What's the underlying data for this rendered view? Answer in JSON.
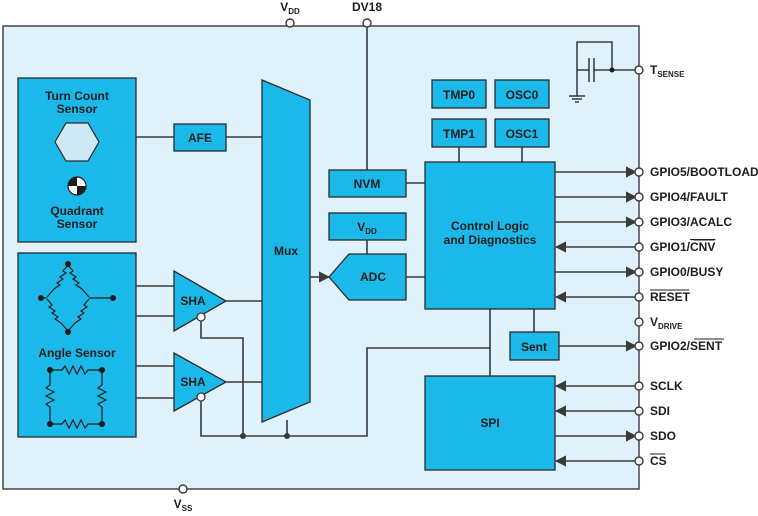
{
  "colors": {
    "chip_bg": "#dff1fb",
    "block": "#1bb9ea",
    "line": "#3a3a3a",
    "text": "#1d1d1b"
  },
  "top_pins": {
    "vdd": {
      "main": "V",
      "sub": "DD"
    },
    "dv18": "DV18"
  },
  "bottom_pin": {
    "main": "V",
    "sub": "SS"
  },
  "blocks": {
    "turn_count": [
      "Turn Count",
      "Sensor"
    ],
    "quadrant": [
      "Quadrant",
      "Sensor"
    ],
    "afe": "AFE",
    "angle_sensor": "Angle Sensor",
    "sha_top": "SHA",
    "sha_bottom": "SHA",
    "mux": "Mux",
    "nvm": "NVM",
    "vdd_block": {
      "main": "V",
      "sub": "DD"
    },
    "adc": "ADC",
    "tmp0": "TMP0",
    "tmp1": "TMP1",
    "osc0": "OSC0",
    "osc1": "OSC1",
    "control": [
      "Control Logic",
      "and Diagnostics"
    ],
    "sent": "Sent",
    "spi": "SPI"
  },
  "right_pins": {
    "tsense": {
      "main": "T",
      "sub": "SENSE"
    },
    "gpio5": "GPIO5/BOOTLOAD",
    "gpio4": "GPIO4/FAULT",
    "gpio3": "GPIO3/ACALC",
    "gpio1": {
      "prefix": "GPIO1/",
      "overbar": "CNV"
    },
    "gpio0": "GPIO0/BUSY",
    "reset": "RESET",
    "vdrive": {
      "main": "V",
      "sub": "DRIVE"
    },
    "gpio2": {
      "prefix": "GPIO2/",
      "overbar": "SENT"
    },
    "sclk": "SCLK",
    "sdi": "SDI",
    "sdo": "SDO",
    "cs": "CS"
  }
}
